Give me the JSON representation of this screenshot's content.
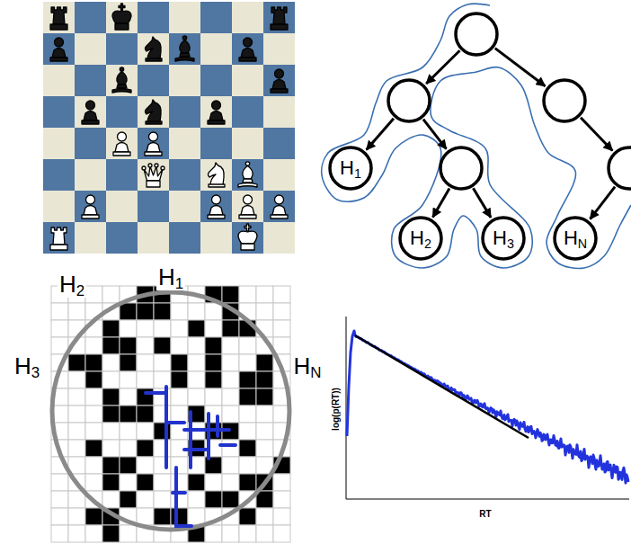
{
  "diagram": {
    "nodes": [
      {
        "text": []
      },
      {
        "text": [],
        "in": null
      },
      {
        "text": []
      },
      {
        "text": [
          "H1"
        ]
      },
      {
        "text": []
      },
      {
        "text": []
      },
      {
        "text": [
          "H2"
        ]
      },
      {
        "text": [
          "H3"
        ]
      },
      {
        "text": [
          "HN"
        ]
      }
    ],
    "edges": [
      {
        "from": 0,
        "to": 1,
        "arrow": "to"
      },
      {
        "from": 0,
        "to": 2,
        "arrow": "to"
      },
      {
        "from": 1,
        "to": 3,
        "arrow": "to"
      },
      {
        "from": 1,
        "to": 4,
        "arrow": "to"
      },
      {
        "from": 2,
        "to": 5,
        "arrow": "to"
      },
      {
        "from": 4,
        "to": 6,
        "arrow": "to"
      },
      {
        "from": 4,
        "to": 7,
        "arrow": "to"
      },
      {
        "from": 5,
        "to": 8,
        "arrow": "to"
      }
    ],
    "labels": [
      "H1",
      "H2",
      "H3",
      "HN",
      "log(p(RT))",
      "RT"
    ]
  }
}
